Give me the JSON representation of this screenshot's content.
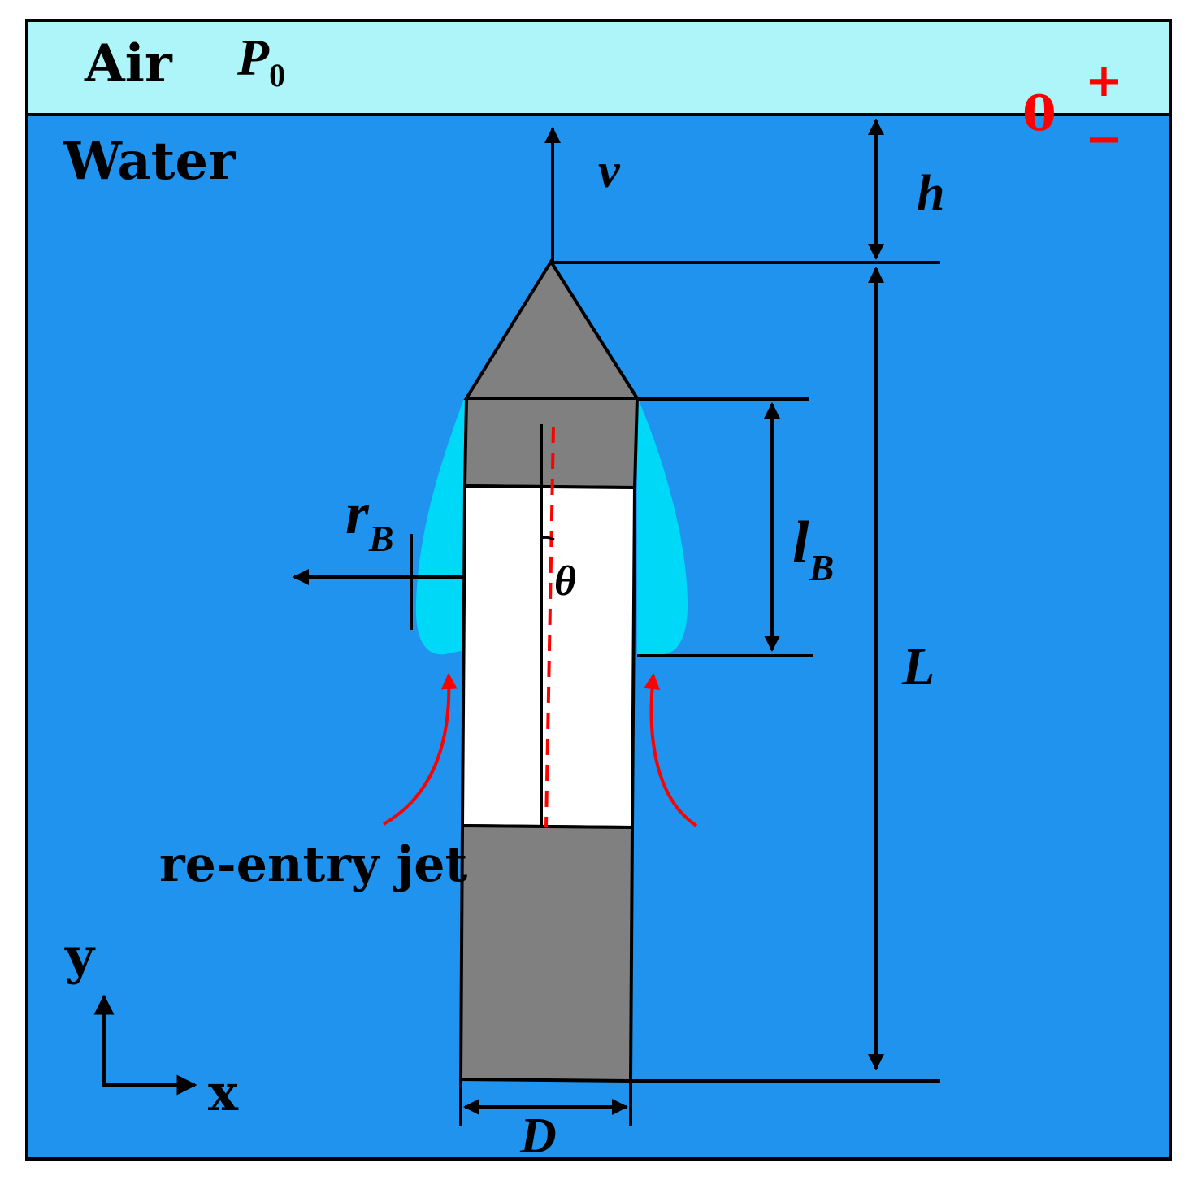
{
  "labels": {
    "air": "Air",
    "pressure_symbol": "P",
    "pressure_sub": "0",
    "water": "Water",
    "zero": "0",
    "plus": "+",
    "minus": "−",
    "velocity": "v",
    "depth": "h",
    "total_length": "L",
    "cavity_length": "l",
    "cavity_length_sub": "B",
    "cavity_radius": "r",
    "cavity_radius_sub": "B",
    "angle": "θ",
    "jet": "re-entry jet",
    "diameter": "D",
    "axis_x": "x",
    "axis_y": "y"
  },
  "colors": {
    "air": "#adf5f8",
    "water": "#1f93ee",
    "body": "#808080",
    "cavity_region": "#ffffff",
    "bubble": "#00d8f7",
    "reference": "#ff0000",
    "line": "#000000"
  }
}
